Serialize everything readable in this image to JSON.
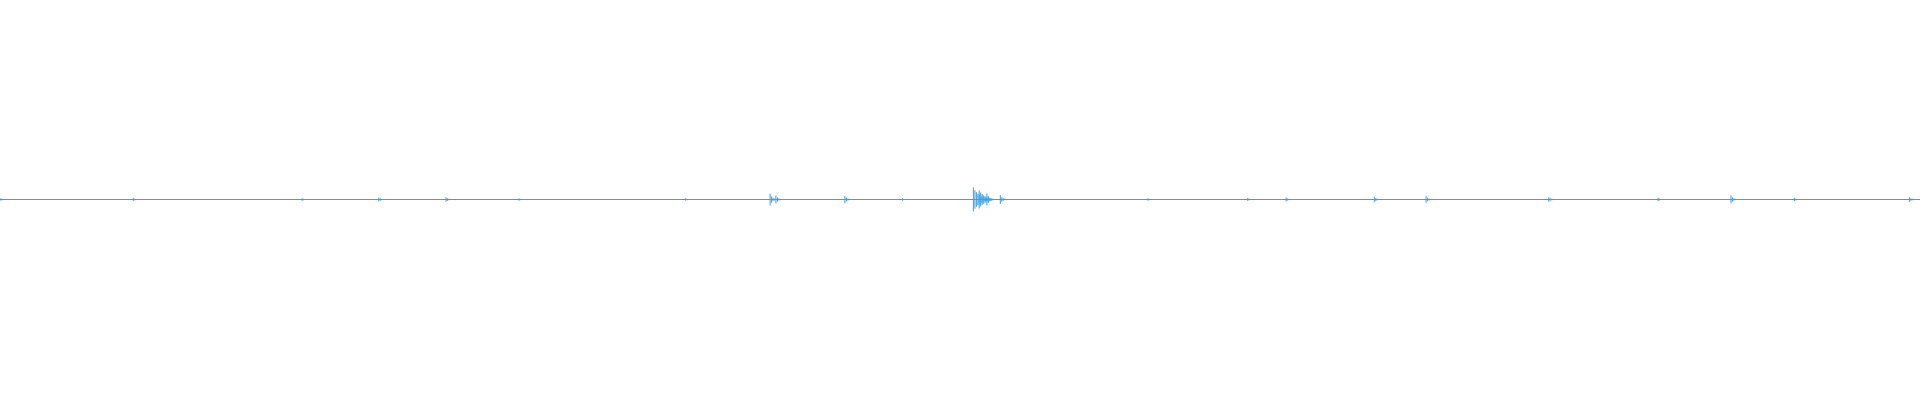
{
  "waveform": {
    "color": "#3f9fe0",
    "background": "#ffffff",
    "baseline_level": 0.0,
    "time_range": [
      0,
      1
    ],
    "bursts": [
      {
        "t": 0.0,
        "amp": 0.006
      },
      {
        "t": 0.069,
        "amp": 0.008
      },
      {
        "t": 0.157,
        "amp": 0.007
      },
      {
        "t": 0.197,
        "amp": 0.01
      },
      {
        "t": 0.232,
        "amp": 0.012
      },
      {
        "t": 0.27,
        "amp": 0.006
      },
      {
        "t": 0.357,
        "amp": 0.006
      },
      {
        "t": 0.401,
        "amp": 0.03
      },
      {
        "t": 0.404,
        "amp": 0.02
      },
      {
        "t": 0.44,
        "amp": 0.018
      },
      {
        "t": 0.47,
        "amp": 0.006
      },
      {
        "t": 0.507,
        "amp": 0.06
      },
      {
        "t": 0.51,
        "amp": 0.045
      },
      {
        "t": 0.514,
        "amp": 0.03
      },
      {
        "t": 0.521,
        "amp": 0.022
      },
      {
        "t": 0.598,
        "amp": 0.006
      },
      {
        "t": 0.65,
        "amp": 0.007
      },
      {
        "t": 0.67,
        "amp": 0.01
      },
      {
        "t": 0.716,
        "amp": 0.014
      },
      {
        "t": 0.743,
        "amp": 0.016
      },
      {
        "t": 0.807,
        "amp": 0.012
      },
      {
        "t": 0.864,
        "amp": 0.008
      },
      {
        "t": 0.902,
        "amp": 0.02
      },
      {
        "t": 0.935,
        "amp": 0.008
      },
      {
        "t": 0.995,
        "amp": 0.012
      }
    ]
  }
}
